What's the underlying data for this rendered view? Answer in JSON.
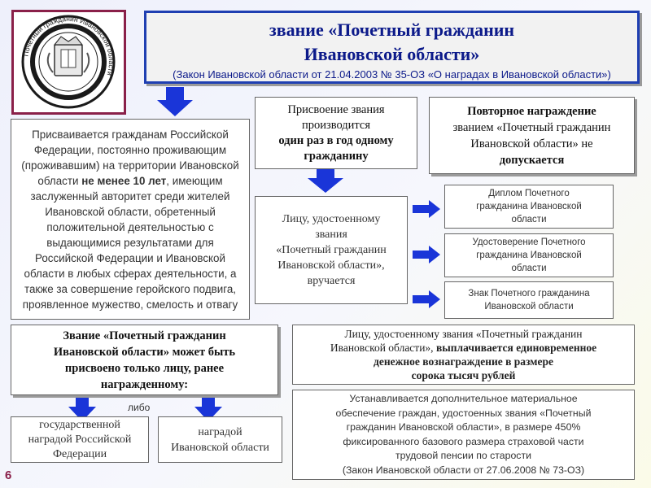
{
  "seal": {
    "ring_text": "Почетный гражданин Ивановской области",
    "colors": {
      "ring": "#1a1a1a",
      "frame": "#8a2049"
    }
  },
  "title": {
    "line1": "звание «Почетный гражданин",
    "line2": "Ивановской области»",
    "law": "(Закон Ивановской области от 21.04.2003 № 35-ОЗ «О наградах в Ивановской области»)"
  },
  "criteria": {
    "p1": "Присваивается гражданам Российской Федерации, постоянно проживающим (проживавшим) на территории Ивановской области ",
    "p1_bold": "не менее 10 лет",
    "p2": ", имеющим заслуженный авторитет среди жителей Ивановской области, обретенный положительной деятельностью с выдающимися результатами для Российской Федерации и Ивановской области в любых сферах деятельности, а также за совершение геройского подвига, проявленное мужество, смелость и отвагу"
  },
  "once": {
    "line1": "Присвоение звания",
    "line2": "производится",
    "line3": "один раз в год одному",
    "line4": "гражданину"
  },
  "repeat": {
    "line1": "Повторное награждение",
    "line2": "званием «Почетный гражданин",
    "line3": "Ивановской области» не",
    "line4": "допускается"
  },
  "awarded": {
    "line1": "Лицу, удостоенному",
    "line2": "звания",
    "line3": "«Почетный гражданин",
    "line4": "Ивановской области»,",
    "line5": "вручается"
  },
  "items": [
    {
      "line1": "Диплом Почетного",
      "line2": "гражданина Ивановской",
      "line3": "области"
    },
    {
      "line1": "Удостоверение Почетного",
      "line2": "гражданина Ивановской",
      "line3": "области"
    },
    {
      "line1": "Знак Почетного гражданина",
      "line2": "Ивановской области"
    }
  ],
  "eligibility": {
    "line1": "Звание «Почетный гражданин",
    "line2": "Ивановской области» может быть",
    "line3": "присвоено только лицу, ранее",
    "line4": "награжденному:"
  },
  "or_label": "либо",
  "award_state": {
    "line1": "государственной",
    "line2": "наградой Российской",
    "line3": "Федерации"
  },
  "award_region": {
    "line1": "наградой",
    "line2": "Ивановской области"
  },
  "payment": {
    "line1": "Лицу, удостоенному звания «Почетный гражданин",
    "line2_plain": "Ивановской области»,",
    "line2_bold": " выплачивается единовременное",
    "line3": "денежное вознаграждение в размере",
    "line4": "сорока тысяч рублей"
  },
  "support": {
    "line1": "Устанавливается дополнительное материальное",
    "line2": "обеспечение граждан, удостоенных звания «Почетный",
    "line3": "гражданин Ивановской области», в размере 450%",
    "line4": "фиксированного базового размера страховой части",
    "line5": "трудовой пенсии по старости",
    "line6": "(Закон Ивановской области от 27.06.2008 № 73-ОЗ)"
  },
  "page_number": "6",
  "colors": {
    "arrow": "#1a35d8",
    "title_border": "#1f3fb2",
    "title_text": "#0c1a8a"
  }
}
